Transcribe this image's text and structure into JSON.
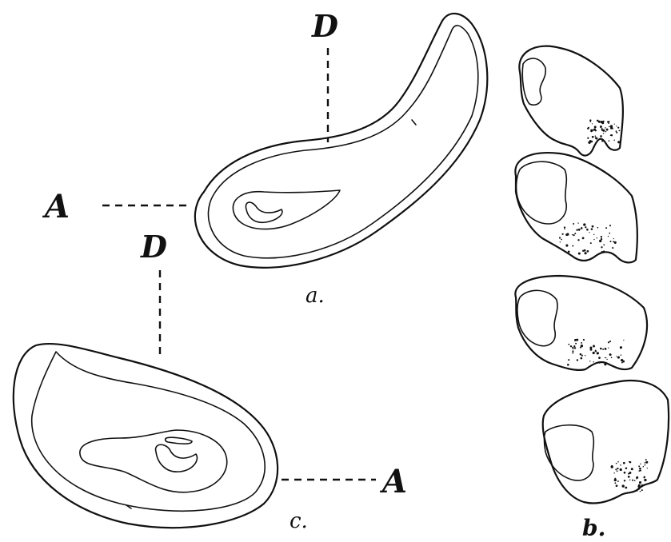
{
  "figure": {
    "section_a": {
      "label": "a.",
      "dorsal_marker": "D",
      "anterior_marker": "A"
    },
    "section_b": {
      "label": "b."
    },
    "section_c": {
      "label": "c.",
      "dorsal_marker": "D",
      "anterior_marker": "A"
    }
  }
}
